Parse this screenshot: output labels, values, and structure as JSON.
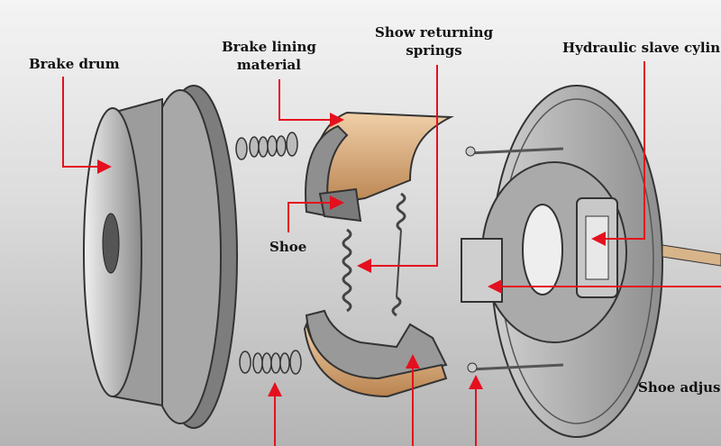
{
  "labels": {
    "brake_drum": "Brake drum",
    "brake_lining_line1": "Brake lining",
    "brake_lining_line2": "material",
    "springs_line1": "Show returning",
    "springs_line2": "springs",
    "hydraulic": "Hydraulic slave cylin",
    "shoe": "Shoe",
    "shoe_adjuster": "Shoe adjus"
  },
  "colors": {
    "arrow": "#e5101e",
    "lining": "#d9a878",
    "metal": "#9a9a9a"
  }
}
